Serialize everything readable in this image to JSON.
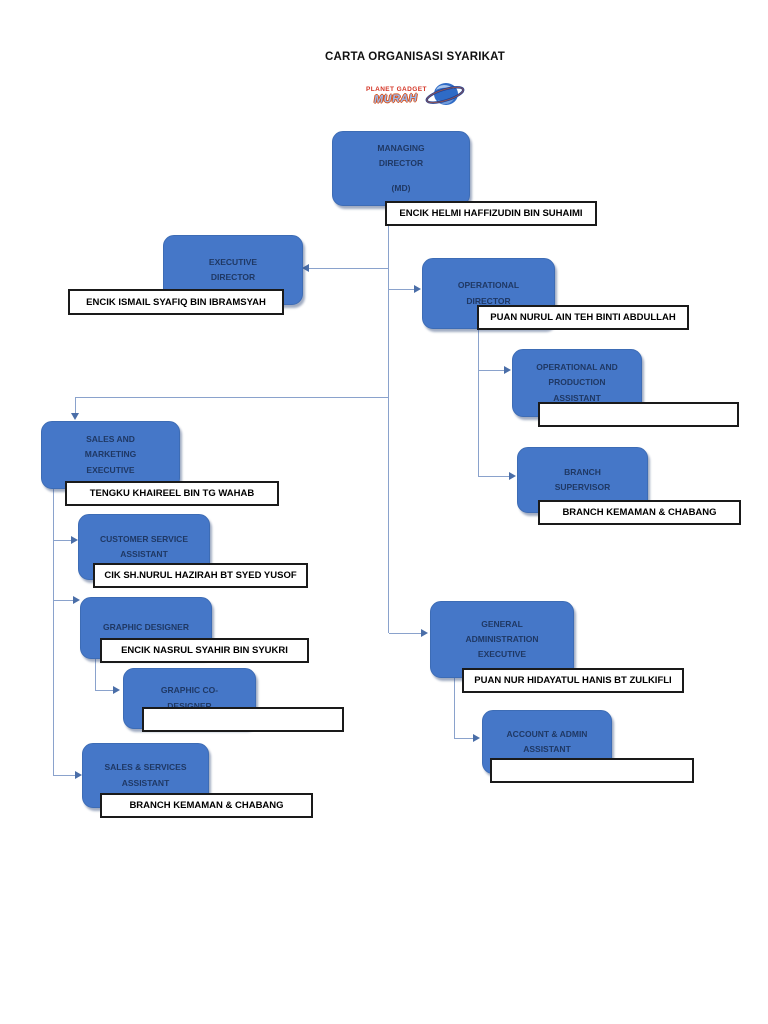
{
  "page": {
    "title": "CARTA ORGANISASI SYARIKAT"
  },
  "logo": {
    "brand_top": "PLANET GADGET",
    "brand_bottom": "MURAH"
  },
  "colors": {
    "box_fill": "#4577C8",
    "box_text": "#1F3864",
    "connector_line": "#8AA2CC",
    "arrowhead": "#4A6EA8",
    "label_border": "#1A1A1A",
    "logo_red": "#D43425",
    "logo_orange": "#D9541F",
    "logo_blue": "#2F6BC6"
  },
  "nodes": {
    "managing_director": {
      "title": "MANAGING DIRECTOR",
      "subtitle": "(MD)",
      "name": "ENCIK HELMI HAFFIZUDIN BIN SUHAIMI"
    },
    "executive_director": {
      "title": "EXECUTIVE DIRECTOR",
      "name": "ENCIK ISMAIL SYAFIQ BIN IBRAMSYAH"
    },
    "operational_director": {
      "title": "OPERATIONAL DIRECTOR",
      "name": "PUAN NURUL AIN TEH BINTI ABDULLAH"
    },
    "operational_production_assistant": {
      "title": "OPERATIONAL AND PRODUCTION ASSISTANT",
      "name": ""
    },
    "branch_supervisor": {
      "title": "BRANCH SUPERVISOR",
      "name": "BRANCH KEMAMAN & CHABANG"
    },
    "sales_marketing_executive": {
      "title": "SALES AND MARKETING EXECUTIVE",
      "name": "TENGKU KHAIREEL BIN TG WAHAB"
    },
    "customer_service_assistant": {
      "title": "CUSTOMER SERVICE ASSISTANT",
      "name": "CIK SH.NURUL HAZIRAH BT SYED YUSOF"
    },
    "graphic_designer": {
      "title": "GRAPHIC DESIGNER",
      "name": "ENCIK NASRUL SYAHIR BIN SYUKRI"
    },
    "graphic_co_designer": {
      "title": "GRAPHIC CO-DESIGNER",
      "name": ""
    },
    "sales_services_assistant": {
      "title": "SALES & SERVICES ASSISTANT",
      "name": "BRANCH KEMAMAN & CHABANG"
    },
    "general_administration_executive": {
      "title": "GENERAL ADMINISTRATION EXECUTIVE",
      "name": "PUAN NUR HIDAYATUL HANIS BT ZULKIFLI"
    },
    "account_admin_assistant": {
      "title": "ACCOUNT  & ADMIN ASSISTANT",
      "name": ""
    }
  }
}
